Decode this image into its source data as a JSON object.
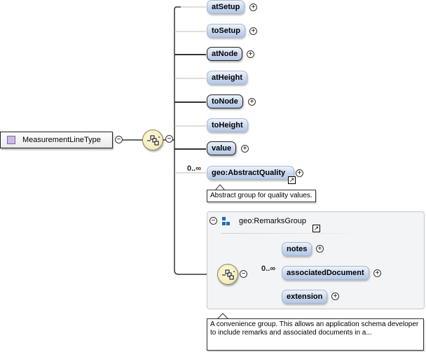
{
  "root": {
    "label": "MeasurementLineType"
  },
  "elements": [
    {
      "label": "atSetup",
      "required": false,
      "expandable": true
    },
    {
      "label": "toSetup",
      "required": false,
      "expandable": true
    },
    {
      "label": "atNode",
      "required": true,
      "expandable": true
    },
    {
      "label": "atHeight",
      "required": false,
      "expandable": false
    },
    {
      "label": "toNode",
      "required": true,
      "expandable": true
    },
    {
      "label": "toHeight",
      "required": false,
      "expandable": false
    },
    {
      "label": "value",
      "required": true,
      "expandable": true
    }
  ],
  "abstract_quality": {
    "label": "geo:AbstractQuality",
    "occurrence": "0..∞",
    "annotation": "Abstract group for quality values."
  },
  "remarks_group": {
    "label": "geo:RemarksGroup",
    "occurrence": "0..∞",
    "children": [
      {
        "label": "notes"
      },
      {
        "label": "associatedDocument"
      },
      {
        "label": "extension"
      }
    ],
    "annotation": "A convenience group. This allows an application schema developer to include remarks and associated documents in a..."
  },
  "symbols": {
    "expand": "+",
    "collapse": "−",
    "link": "↗"
  }
}
